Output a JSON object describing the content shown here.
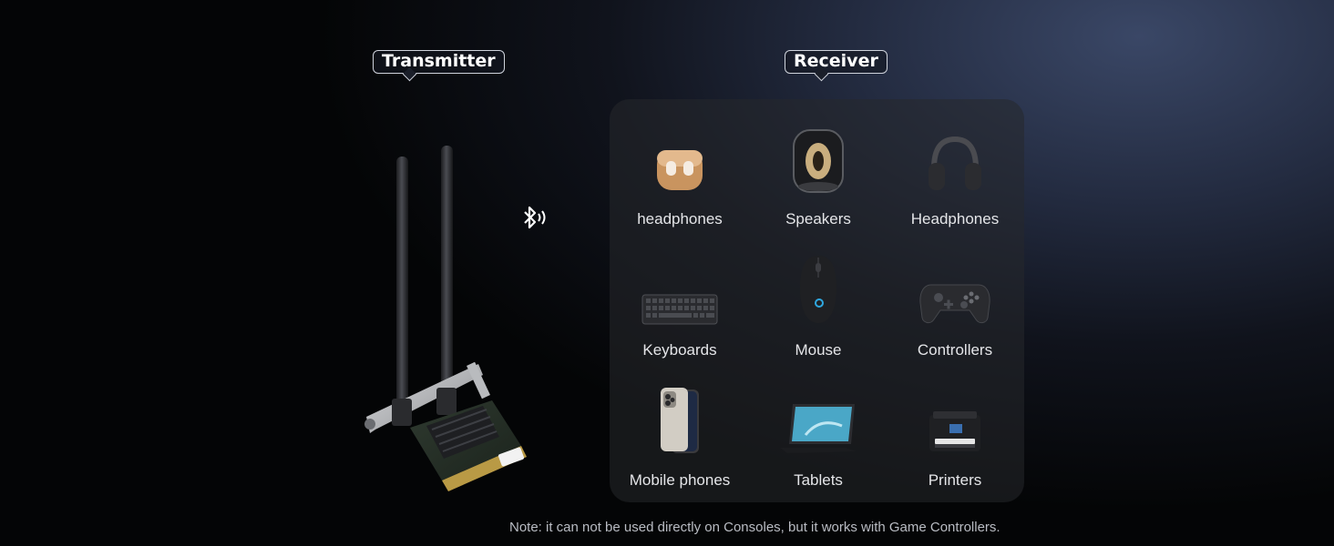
{
  "tags": {
    "transmitter": "Transmitter",
    "receiver": "Receiver"
  },
  "transmitter": {
    "device_icon": "wifi-bluetooth-pcie-card-icon",
    "signal_icon": "bluetooth-signal-icon"
  },
  "receiver": {
    "devices": [
      {
        "label": "headphones",
        "icon": "earbuds-icon"
      },
      {
        "label": "Speakers",
        "icon": "speaker-icon"
      },
      {
        "label": "Headphones",
        "icon": "headphones-icon"
      },
      {
        "label": "Keyboards",
        "icon": "keyboard-icon"
      },
      {
        "label": "Mouse",
        "icon": "mouse-icon"
      },
      {
        "label": "Controllers",
        "icon": "game-controller-icon"
      },
      {
        "label": "Mobile phones",
        "icon": "mobile-phone-icon"
      },
      {
        "label": "Tablets",
        "icon": "tablet-icon"
      },
      {
        "label": "Printers",
        "icon": "printer-icon"
      }
    ]
  },
  "note": "Note: it can not be used directly on Consoles, but it works with Game Controllers.",
  "colors": {
    "panel": "#26282c",
    "text": "#e4e5e8",
    "tag_border": "#cfd3dc"
  }
}
